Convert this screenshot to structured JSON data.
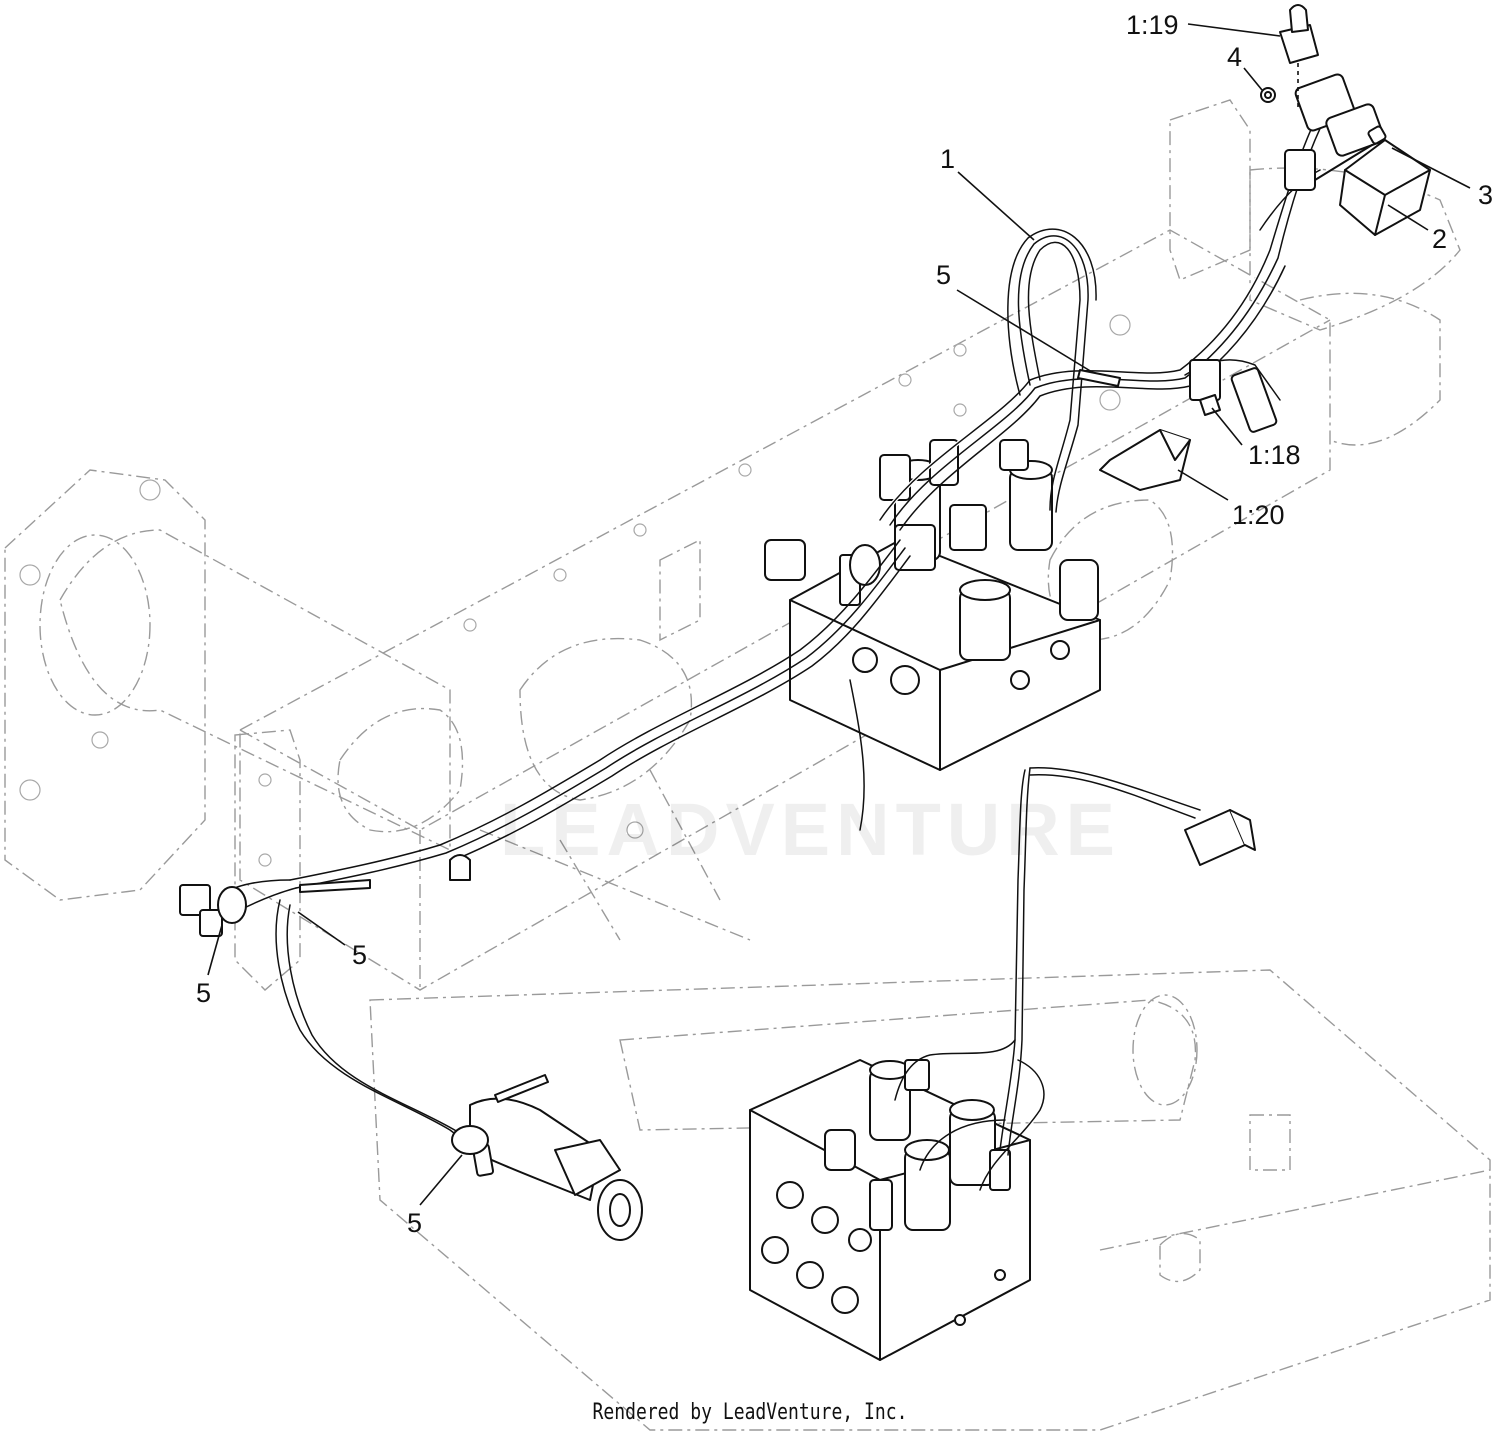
{
  "callouts": [
    {
      "id": "c-1",
      "text": "1"
    },
    {
      "id": "c-2",
      "text": "2"
    },
    {
      "id": "c-3",
      "text": "3"
    },
    {
      "id": "c-4",
      "text": "4"
    },
    {
      "id": "c-5a",
      "text": "5"
    },
    {
      "id": "c-5b",
      "text": "5"
    },
    {
      "id": "c-5c",
      "text": "5"
    },
    {
      "id": "c-5d",
      "text": "5"
    },
    {
      "id": "c-1-18",
      "text": "1:18"
    },
    {
      "id": "c-1-19",
      "text": "1:19"
    },
    {
      "id": "c-1-20",
      "text": "1:20"
    }
  ],
  "watermark": "LEADVENTURE",
  "credit": "Rendered by LeadVenture, Inc."
}
